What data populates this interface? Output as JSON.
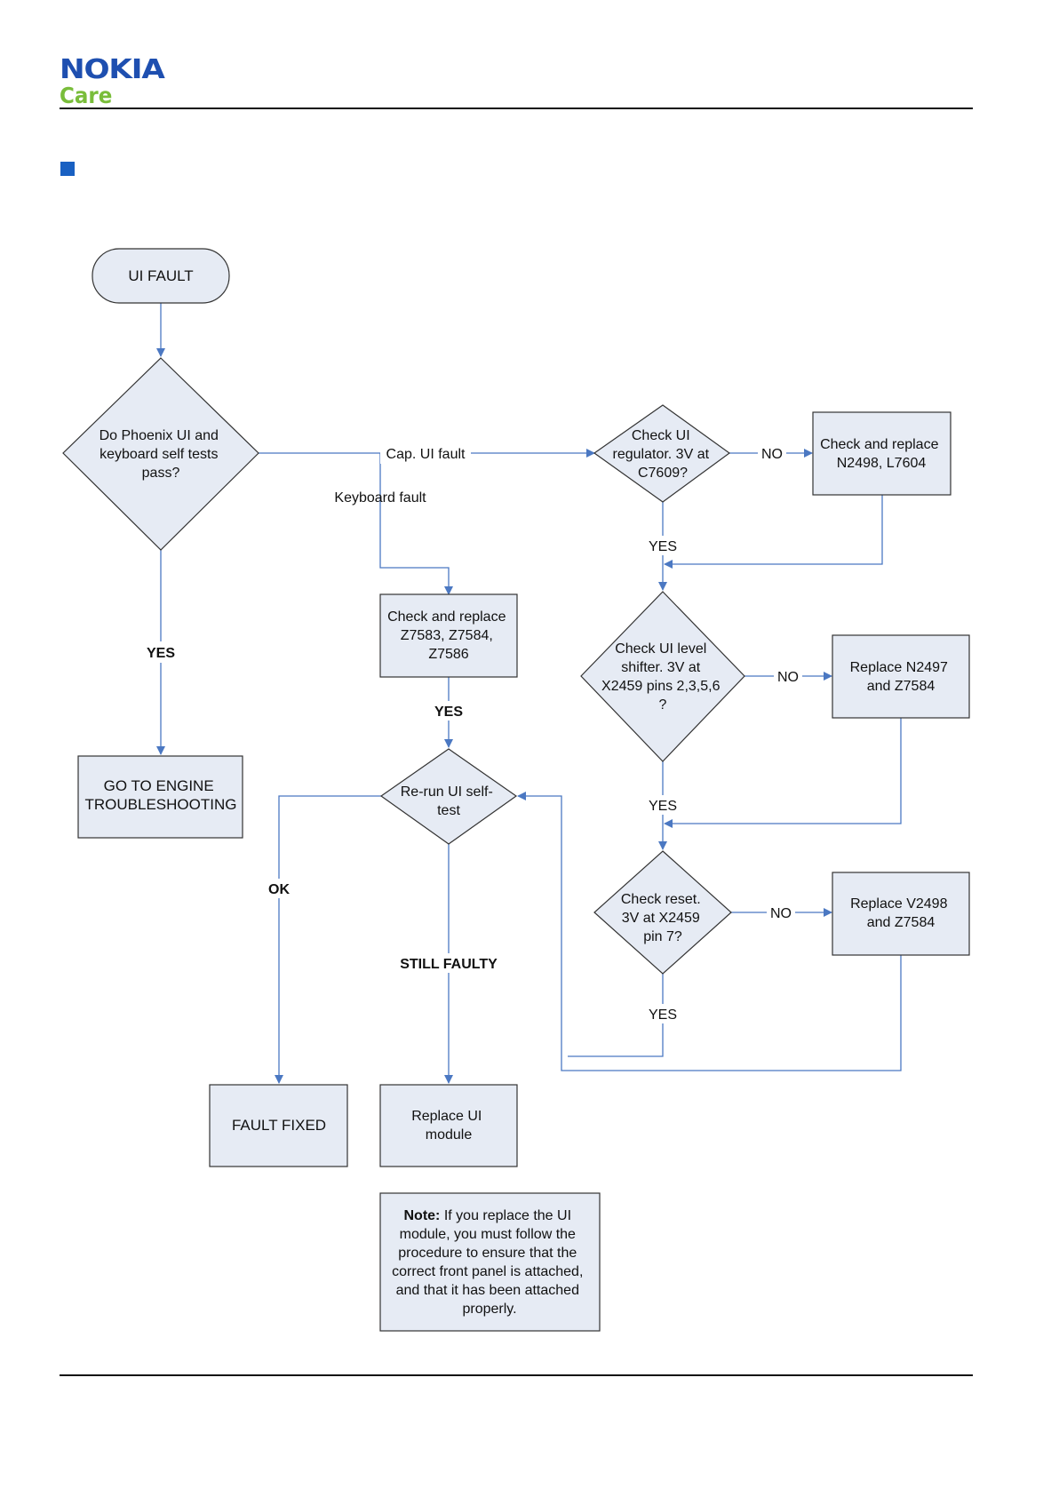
{
  "header": {
    "brand": "NOKIA",
    "sub": "Care"
  },
  "nodes": {
    "ui_fault": [
      "UI FAULT"
    ],
    "self_tests": [
      "Do Phoenix UI and",
      "keyboard self tests",
      "pass?"
    ],
    "engine": [
      "GO TO ENGINE",
      "TROUBLESHOOTING"
    ],
    "replace_z": [
      "Check and replace",
      "Z7583, Z7584,",
      "Z7586"
    ],
    "rerun": [
      "Re-run UI self-",
      "test"
    ],
    "fault_fixed": [
      "FAULT FIXED"
    ],
    "replace_ui": [
      "Replace UI",
      "module"
    ],
    "check_reg": [
      "Check UI",
      "regulator. 3V at",
      "C7609?"
    ],
    "replace_n2498": [
      "Check and replace",
      "N2498, L7604"
    ],
    "check_shifter": [
      "Check UI level",
      "shifter. 3V at",
      "X2459 pins 2,3,5,6",
      "?"
    ],
    "replace_n2497": [
      "Replace N2497",
      "and Z7584"
    ],
    "check_reset": [
      "Check reset.",
      "3V at X2459",
      "pin 7?"
    ],
    "replace_v2498": [
      "Replace V2498",
      "and Z7584"
    ]
  },
  "note": {
    "bold": "Note:",
    "lines": [
      " If you replace the UI",
      "module, you must follow the",
      "procedure to ensure that the",
      "correct front panel is attached,",
      "and that it has been attached",
      "properly."
    ]
  },
  "edge_labels": {
    "cap_fault": "Cap. UI fault",
    "keyboard_fault": "Keyboard fault",
    "yes_engine": "YES",
    "yes_rerun": "YES",
    "ok": "OK",
    "still_faulty": "STILL FAULTY",
    "no_reg": "NO",
    "yes_reg": "YES",
    "no_shifter": "NO",
    "yes_shifter": "YES",
    "no_reset": "NO",
    "yes_reset": "YES"
  }
}
